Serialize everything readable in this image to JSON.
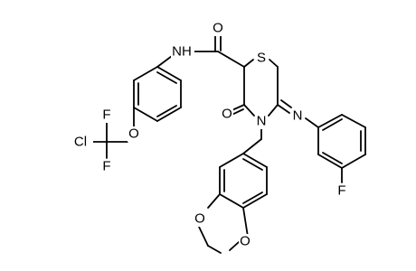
{
  "molecule": {
    "atom_labels": {
      "amide_nh": "NH",
      "amide_o": "O",
      "ring_s": "S",
      "ring_n": "N",
      "imine_n": "N",
      "ring_o": "O",
      "aryl_o": "O",
      "cl": "Cl",
      "f_top": "F",
      "f_bottom": "F",
      "f_para": "F",
      "dioxole_o1": "O",
      "dioxole_o2": "O"
    }
  }
}
